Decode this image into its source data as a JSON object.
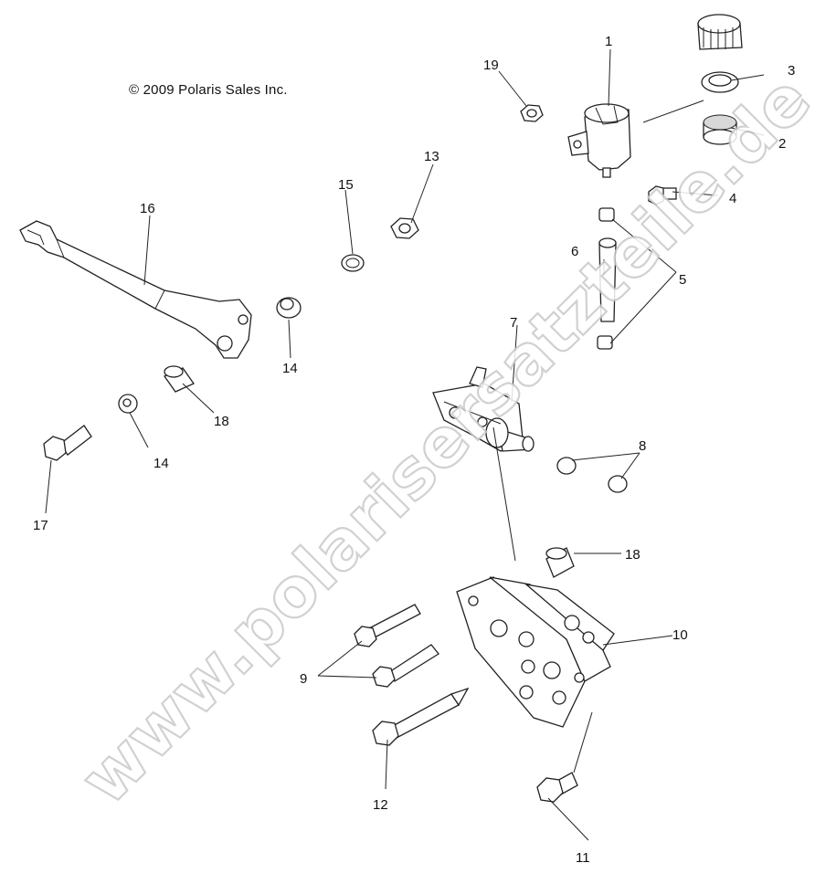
{
  "copyright": "© 2009 Polaris Sales Inc.",
  "watermark": "www.polarisersatzteile.de",
  "callouts": [
    "1",
    "2",
    "3",
    "4",
    "5",
    "6",
    "7",
    "8",
    "9",
    "10",
    "11",
    "12",
    "13",
    "14",
    "14",
    "15",
    "16",
    "17",
    "18",
    "18",
    "19"
  ]
}
